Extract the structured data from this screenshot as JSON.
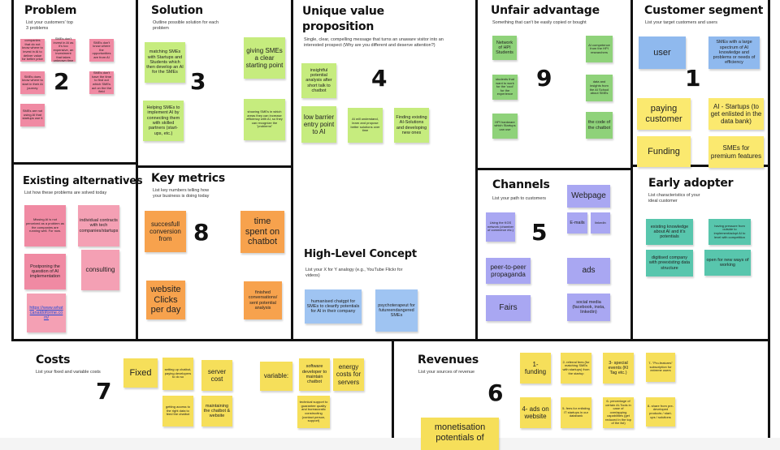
{
  "problem": {
    "title": "Problem",
    "subtitle": "List your customers' top 3 problems",
    "number": "2",
    "notes": [
      "companies that do not know where to invest in Ai to deliver value for better price",
      "SMEs don't invest in AI as it's too expensive, an investment that takes unknown time",
      "SMEs don't know where the opportunities are from AI",
      "SMEs does know where to start in their Ai journey",
      "SMEs don't have the time to find out which SMEs act on the the field",
      "SMEs are not using AI that startups use it"
    ]
  },
  "solution": {
    "title": "Solution",
    "subtitle": "Outline possible solution for each problem",
    "number": "3",
    "notes": [
      "matching SMEs with Startups and Students which then develop an AI for the SMEs",
      "giving SMEs a clear starting point",
      "Helping SMEs to implement AI by connecting them with skilled partners (start-ups, etc.)",
      "showing SMEs in which areas they can increase efficiency with AI, so they can recognize the \"problems\""
    ]
  },
  "uvp": {
    "title": "Unique value proposition",
    "subtitle": "Single, clear, compelling message that turns an unaware visitor into an interested prospect (Why are you different and deserve attention?)",
    "number": "4",
    "notes": [
      "insightful potential analysis after short talk to chatbot",
      "low barrier entry point to AI",
      "AI will understand, learn and propose better solutions over time",
      "Finding existing AI-Solutions and developing new ones"
    ]
  },
  "unfair": {
    "title": "Unfair advantage",
    "subtitle": "Something that can't be easily copied or bought",
    "number": "9",
    "notes": [
      "Network of HPI Students",
      "AI competence from the HPI researchers",
      "students that want to work for the 'cool' for the experience",
      "data and insights from the AI School about SMEs",
      "HPI hardware which Startups can use",
      "the code of the chatbot"
    ]
  },
  "customer": {
    "title": "Customer segment",
    "subtitle": "List your target customers and users",
    "number": "1",
    "notes": [
      "user",
      "SMEs with a large spectrum of AI knowledge and problems or needs of efficiency",
      "paying customer",
      "AI - Startups (to get enlisted in the data bank)",
      "Funding",
      "SMEs for premium features"
    ]
  },
  "existing": {
    "title": "Existing alternatives",
    "subtitle": "List how these problems are solved today",
    "notes": [
      "Missing AI is not perceived as a problem as the companies are running well. For now.",
      "individual contracts with tech companies/startups",
      "Postponing the question of AI implementation",
      "consulting",
      "https://www.whatcanaidoforme.com/"
    ]
  },
  "metrics": {
    "title": "Key metrics",
    "subtitle": "List key numbers telling how your business is doing today",
    "number": "8",
    "notes": [
      "succesfull conversion from",
      "time spent on chatbot",
      "website Clicks per day",
      "finished conversations/ sent potential analysis"
    ]
  },
  "hlc": {
    "title": "High-Level Concept",
    "subtitle": "List your X for Y analogy (e.g., YouTube Flickr for videos)",
    "notes": [
      "humanised chatgpt for SMEs to clearify potentials for AI in their company",
      "psychoterapeut for futureendangered SMEs"
    ]
  },
  "channels": {
    "title": "Channels",
    "subtitle": "List your path to customers",
    "number": "5",
    "notes": [
      "Using the KGS network (chamber of commerce etc.)",
      "Webpage",
      "E-mails",
      "linkedin",
      "peer-to-peer propaganda",
      "ads",
      "Fairs",
      "social media (facebook, insta, linkedin)"
    ]
  },
  "early": {
    "title": "Early adopter",
    "subtitle": "List characteristics of your ideal customer",
    "notes": [
      "existing knowledge about AI and it's potentials",
      "having pressure from outside to implement/adopt AI to level with competition",
      "digitised company with preexisting data structure",
      "open for new ways of working"
    ]
  },
  "costs": {
    "title": "Costs",
    "subtitle": "List your fixed and variable costs",
    "number": "7",
    "notes": [
      "Fixed",
      "setting up chatbot, paying developers to do so",
      "server cost",
      "getting access to the right data to feed the chatbot",
      "maintaining the chatbot & website",
      "variable:",
      "software developer to maintain chatbot",
      "energy costs for servers",
      "technical support to guarantee quality and bureaucratic constructing (contact person, support)"
    ]
  },
  "revenues": {
    "title": "Revenues",
    "subtitle": "List your sources of revenue",
    "number": "6",
    "notes": [
      "1- funding",
      "2- referral fees (for matching SMEs with startups) from the startup",
      "3- special events (KI Tag etc.)",
      "7- \"Pro-features\" subscription for extreme users",
      "4- ads on website",
      "5- fees for enlisting IT startups in our databank",
      "6- percentage of certain AI-Tools in case of overlapping capabilities (get reduced in the top of the list)",
      "8- share from pre-developed products / start-ups / solutions",
      "monetisation potentials of"
    ]
  }
}
